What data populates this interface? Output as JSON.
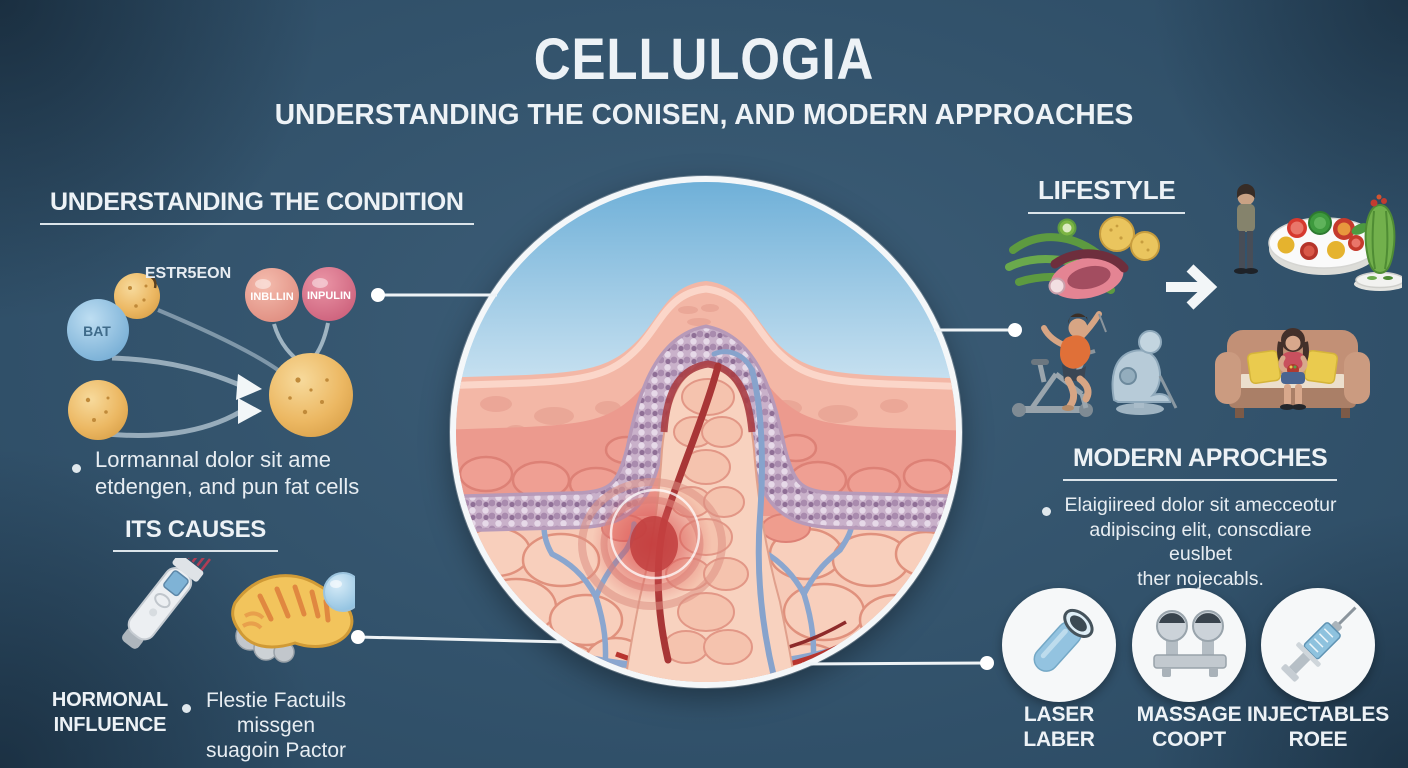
{
  "header": {
    "title": "CELLULOGIA",
    "subtitle": "UNDERSTANDING THE CONISEN, AND MODERN APPROACHES"
  },
  "condition": {
    "heading": "UNDERSTANDING THE CONDITION",
    "diagram": {
      "hormone_label": "ESTR5EON",
      "fat_label": "BAT",
      "bubble1": "INBLLIN",
      "bubble2": "INPULIN"
    },
    "bullet_line1": "Lormannal dolor sit ame",
    "bullet_line2": "etdengen, and pun fat cells"
  },
  "causes": {
    "heading": "ITS CAUSES",
    "label_line1": "HORMONAL",
    "label_line2": "INFLUENCE",
    "bullet_line1": "Flestie Factuils",
    "bullet_line2": "missgen",
    "bullet_line3": "suagoin Pactor"
  },
  "lifestyle": {
    "heading": "LIFESTYLE"
  },
  "modern": {
    "heading": "MODERN APROCHES",
    "bullet_line1": "Elaigiireed dolor sit amecceotur",
    "bullet_line2": "adipiscing elit, conscdiare euslbet",
    "bullet_line3": "ther nojecabls.",
    "treatments": [
      {
        "line1": "LASER",
        "line2": "LABER"
      },
      {
        "line1": "MASSAGE",
        "line2": "COOPT"
      },
      {
        "line1": "INJECTABLES",
        "line2": "ROEE"
      }
    ]
  },
  "colors": {
    "background": "#33536c",
    "text": "#edf2f6",
    "bubble_salmon": "#e99a90",
    "bubble_pink": "#d5697f",
    "bubble_blue": "#7ab4d8",
    "fat_cell_orange": "#ecb863"
  }
}
